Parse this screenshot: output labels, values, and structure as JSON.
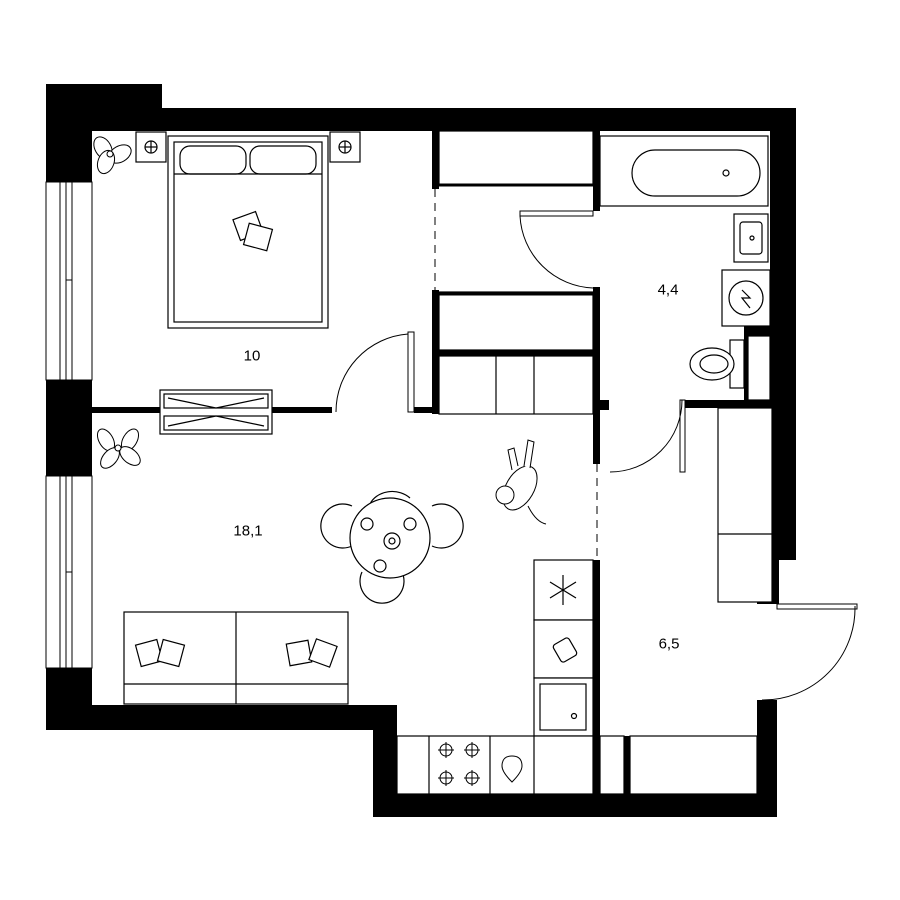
{
  "floor_plan": {
    "rooms": [
      {
        "id": "bedroom",
        "area": "10"
      },
      {
        "id": "living-kitchen",
        "area": "18,1"
      },
      {
        "id": "bathroom",
        "area": "4,4"
      },
      {
        "id": "hallway",
        "area": "6,5"
      }
    ]
  },
  "colors": {
    "wall": "#000000",
    "line": "#000000",
    "background": "#ffffff"
  }
}
